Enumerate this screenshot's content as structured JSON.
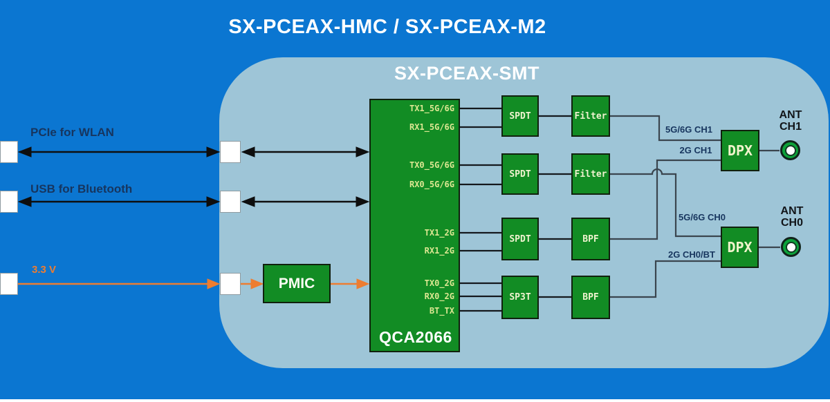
{
  "colors": {
    "background": "#0b76d1",
    "module_fill": "#9ec5d7",
    "block_green": "#128c24",
    "antenna_green": "#0ca23a",
    "accent_orange": "#ED7D31",
    "label_navy": "#17355e",
    "pin_text": "#dce792"
  },
  "titles": {
    "main": "SX-PCEAX-HMC / SX-PCEAX-M2",
    "module": "SX-PCEAX-SMT"
  },
  "external": {
    "pcie_label": "PCIe for WLAN",
    "usb_label": "USB for Bluetooth",
    "power_label": "3.3 V"
  },
  "pmic": {
    "label": "PMIC"
  },
  "soc": {
    "label": "QCA2066",
    "pins": [
      "TX1_5G/6G",
      "RX1_5G/6G",
      "TX0_5G/6G",
      "RX0_5G/6G",
      "TX1_2G",
      "RX1_2G",
      "TX0_2G",
      "RX0_2G",
      "BT_TX"
    ]
  },
  "chains": [
    {
      "switch": "SPDT",
      "filter": "Filter",
      "out": "5G/6G CH1"
    },
    {
      "switch": "SPDT",
      "filter": "Filter",
      "out": "5G/6G CH0"
    },
    {
      "switch": "SPDT",
      "filter": "BPF",
      "out": "2G CH1"
    },
    {
      "switch": "SP3T",
      "filter": "BPF",
      "out": "2G CH0/BT"
    }
  ],
  "duplexers": [
    {
      "label": "DPX"
    },
    {
      "label": "DPX"
    }
  ],
  "antennas": [
    {
      "line1": "ANT",
      "line2": "CH1"
    },
    {
      "line1": "ANT",
      "line2": "CH0"
    }
  ]
}
